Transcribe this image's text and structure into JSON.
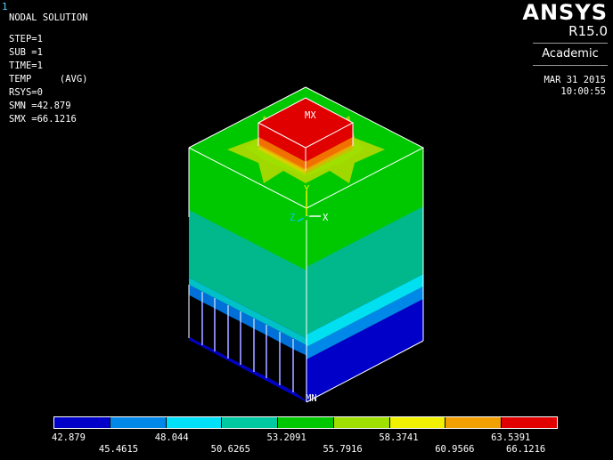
{
  "window_number": "1",
  "info": {
    "title": "NODAL SOLUTION",
    "step": "STEP=1",
    "sub": "SUB =1",
    "time": "TIME=1",
    "item": "TEMP     (AVG)",
    "rsys": "RSYS=0",
    "smn": "SMN =42.879",
    "smx": "SMX =66.1216"
  },
  "brand": {
    "name": "ANSYS",
    "version": "R15.0",
    "edition": "Academic"
  },
  "date": "MAR 31 2015",
  "time": "10:00:55",
  "model_labels": {
    "max": "MX",
    "min": "MN",
    "axis_x": "X",
    "axis_y": "Y",
    "axis_z": "Z"
  },
  "legend": {
    "colors": [
      "#0000c8",
      "#0088e8",
      "#00e0f8",
      "#00c8a0",
      "#00c800",
      "#a0e000",
      "#f0f000",
      "#f0a000",
      "#e00000"
    ],
    "labels": [
      "42.879",
      "45.4615",
      "48.044",
      "50.6265",
      "53.2091",
      "55.7916",
      "58.3741",
      "60.9566",
      "63.5391",
      "66.1216"
    ]
  }
}
